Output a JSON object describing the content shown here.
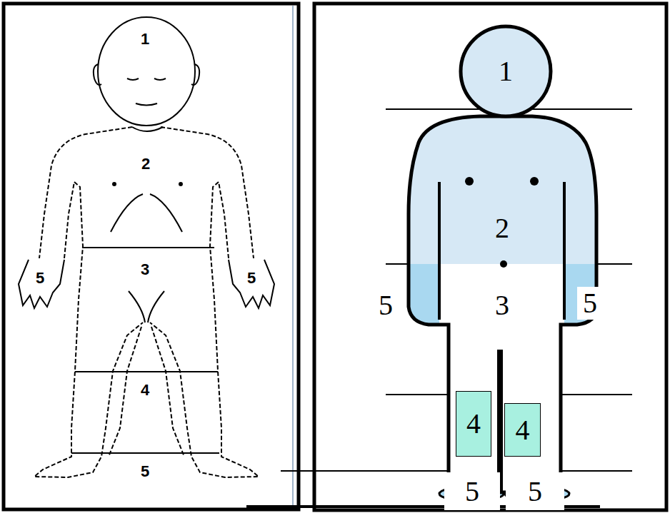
{
  "diagram": {
    "nodes": [
      {
        "text": [
          "5"
        ]
      },
      {
        "text": [
          "4"
        ]
      },
      {
        "text": [
          "4"
        ]
      },
      {
        "text": [
          "5"
        ]
      },
      {
        "text": [
          "5"
        ]
      }
    ],
    "labels": [
      "1",
      "2",
      "3",
      "5",
      "5",
      "4",
      "5",
      "1",
      "2",
      "3",
      "5"
    ]
  }
}
